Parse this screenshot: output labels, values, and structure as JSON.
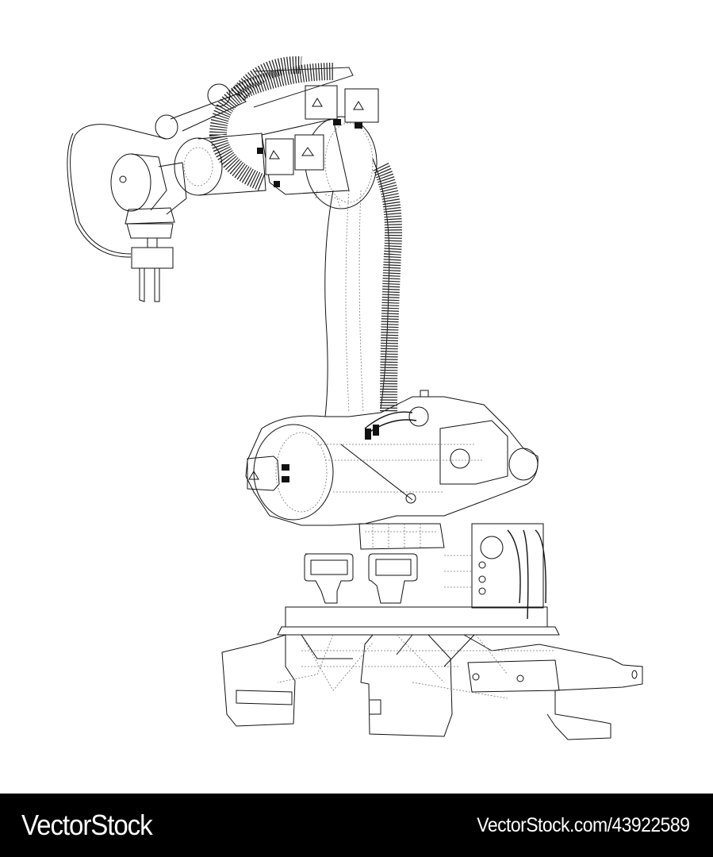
{
  "artwork": {
    "subject": "industrial robot arm wireframe outline drawing",
    "background_color": "#ffffff",
    "line_color": "#111111"
  },
  "footer": {
    "brand": "VectorStock",
    "image_id_text": "VectorStock.com/43922589",
    "background_color": "#000000",
    "text_color": "#ffffff"
  }
}
